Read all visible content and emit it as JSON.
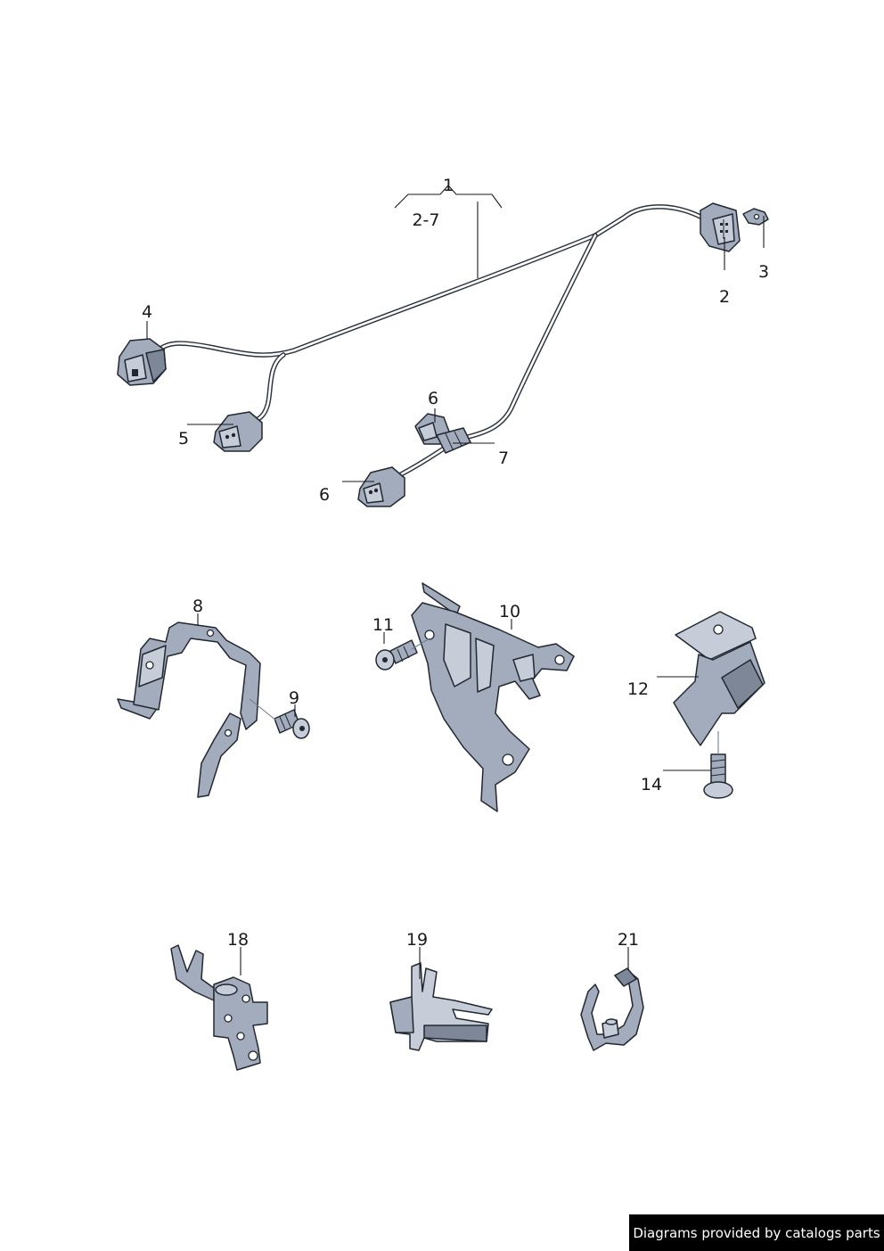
{
  "callouts": {
    "c1": "1",
    "c2_7": "2-7",
    "c2": "2",
    "c3": "3",
    "c4": "4",
    "c5": "5",
    "c6a": "6",
    "c6b": "6",
    "c7": "7",
    "c8": "8",
    "c9": "9",
    "c10": "10",
    "c11": "11",
    "c12": "12",
    "c14": "14",
    "c18": "18",
    "c19": "19",
    "c21": "21"
  },
  "footer": {
    "credit": "Diagrams provided by catalogs parts"
  },
  "colors": {
    "part_fill": "#a3acbc",
    "outline": "#222831",
    "credit_bg": "#000000"
  }
}
